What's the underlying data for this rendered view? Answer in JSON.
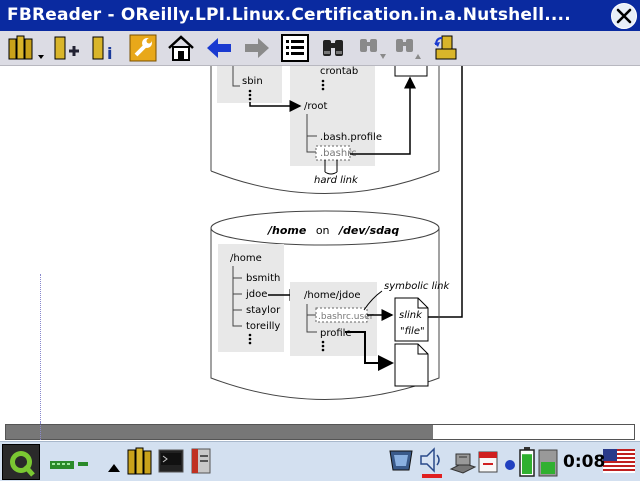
{
  "window": {
    "title": "FBReader - OReilly.LPI.Linux.Certification.in.a.Nutshell...."
  },
  "toolbar": {
    "buttons": [
      {
        "name": "library",
        "icon": "books-dropdown-icon"
      },
      {
        "name": "add-book",
        "icon": "book-add-icon"
      },
      {
        "name": "book-info",
        "icon": "book-info-icon"
      },
      {
        "name": "preferences",
        "icon": "wrench-icon"
      },
      {
        "name": "home",
        "icon": "home-icon"
      },
      {
        "name": "back",
        "icon": "arrow-left-icon"
      },
      {
        "name": "forward",
        "icon": "arrow-right-icon"
      },
      {
        "name": "contents",
        "icon": "table-of-contents-icon"
      },
      {
        "name": "search",
        "icon": "binoculars-icon"
      },
      {
        "name": "find-next",
        "icon": "binoculars-down-icon"
      },
      {
        "name": "find-previous",
        "icon": "binoculars-up-icon"
      },
      {
        "name": "rotate",
        "icon": "rotate-screen-icon"
      }
    ]
  },
  "diagram": {
    "top_labels": {
      "sbin": "sbin",
      "crontab": "crontab",
      "root": "/root",
      "bash_profile": ".bash.profile",
      "bashrc": ".bashrc",
      "hard_link": "hard link"
    },
    "bottom_title": {
      "path": "/home",
      "on": "on",
      "device": "/dev/sdaq"
    },
    "bottom_labels": {
      "home": "/home",
      "bsmith": "bsmith",
      "jdoe": "jdoe",
      "staylor": "staylor",
      "toreilly": "toreilly",
      "home_jdoe": "/home/jdoe",
      "bashrc_user": ".bashrc.user",
      "profile": "profile",
      "symbolic_link": "symbolic link",
      "slink": "slink",
      "file": "\"file\""
    }
  },
  "reading_progress": 0.68,
  "taskbar": {
    "clock": "0:08",
    "battery_level": 0.9,
    "icons": [
      "qtopia-logo-icon",
      "keyboard-indicator-icon",
      "up-triangle-icon",
      "books-icon",
      "terminal-icon",
      "book-reader-icon",
      "display-icon",
      "volume-icon",
      "network-icon",
      "calendar-icon",
      "status-dot-icon",
      "battery-icon",
      "memory-icon",
      "us-flag-icon"
    ]
  }
}
